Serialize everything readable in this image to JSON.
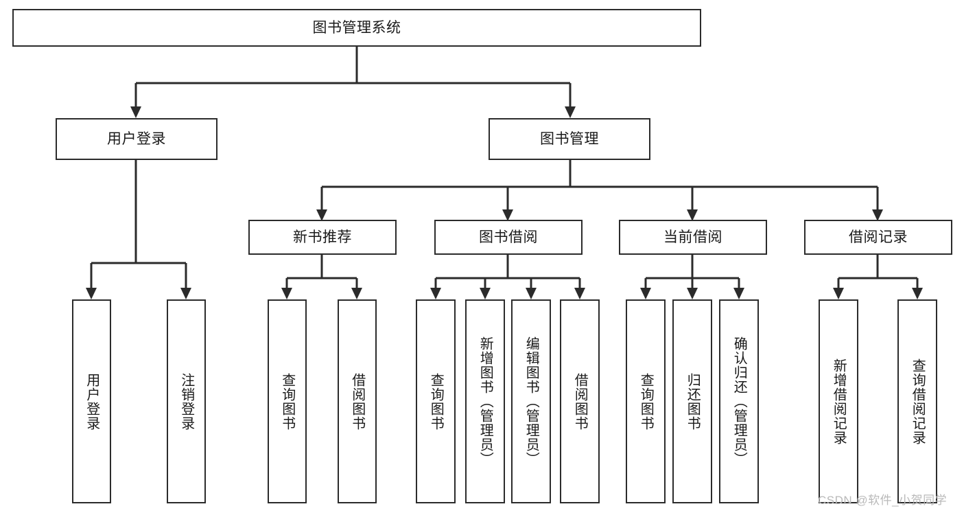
{
  "diagram": {
    "type": "tree-hierarchy-diagram",
    "title": "图书管理系统",
    "watermark": "CSDN @软件_小贺同学",
    "colors": {
      "stroke": "#2b2b2b",
      "fill": "#ffffff",
      "text": "#1a1a1a",
      "watermark": "#b9b9b9"
    },
    "nodes": {
      "root": {
        "label": "图书管理系统",
        "orientation": "horizontal"
      },
      "level2": [
        {
          "label": "用户登录",
          "orientation": "horizontal"
        },
        {
          "label": "图书管理",
          "orientation": "horizontal"
        }
      ],
      "level3": [
        {
          "label": "新书推荐",
          "orientation": "horizontal"
        },
        {
          "label": "图书借阅",
          "orientation": "horizontal"
        },
        {
          "label": "当前借阅",
          "orientation": "horizontal"
        },
        {
          "label": "借阅记录",
          "orientation": "horizontal"
        }
      ],
      "leaves": {
        "user_login": [
          {
            "label": "用户登录",
            "orientation": "vertical"
          },
          {
            "label": "注销登录",
            "orientation": "vertical"
          }
        ],
        "new_book_recommend": [
          {
            "label": "查询图书",
            "orientation": "vertical"
          },
          {
            "label": "借阅图书",
            "orientation": "vertical"
          }
        ],
        "book_borrow": [
          {
            "label": "查询图书",
            "orientation": "vertical"
          },
          {
            "label": "新增图书（管理员）",
            "orientation": "vertical"
          },
          {
            "label": "编辑图书（管理员）",
            "orientation": "vertical"
          },
          {
            "label": "借阅图书",
            "orientation": "vertical"
          }
        ],
        "current_borrow": [
          {
            "label": "查询图书",
            "orientation": "vertical"
          },
          {
            "label": "归还图书",
            "orientation": "vertical"
          },
          {
            "label": "确认归还（管理员）",
            "orientation": "vertical"
          }
        ],
        "borrow_record": [
          {
            "label": "新增借阅记录",
            "orientation": "vertical"
          },
          {
            "label": "查询借阅记录",
            "orientation": "vertical"
          }
        ]
      }
    },
    "edges": [
      {
        "from": "图书管理系统",
        "to": "用户登录"
      },
      {
        "from": "图书管理系统",
        "to": "图书管理"
      },
      {
        "from": "图书管理",
        "to": "新书推荐"
      },
      {
        "from": "图书管理",
        "to": "图书借阅"
      },
      {
        "from": "图书管理",
        "to": "当前借阅"
      },
      {
        "from": "图书管理",
        "to": "借阅记录"
      },
      {
        "from": "用户登录",
        "to": "用户登录"
      },
      {
        "from": "用户登录",
        "to": "注销登录"
      },
      {
        "from": "新书推荐",
        "to": "查询图书"
      },
      {
        "from": "新书推荐",
        "to": "借阅图书"
      },
      {
        "from": "图书借阅",
        "to": "查询图书"
      },
      {
        "from": "图书借阅",
        "to": "新增图书（管理员）"
      },
      {
        "from": "图书借阅",
        "to": "编辑图书（管理员）"
      },
      {
        "from": "图书借阅",
        "to": "借阅图书"
      },
      {
        "from": "当前借阅",
        "to": "查询图书"
      },
      {
        "from": "当前借阅",
        "to": "归还图书"
      },
      {
        "from": "当前借阅",
        "to": "确认归还（管理员）"
      },
      {
        "from": "借阅记录",
        "to": "新增借阅记录"
      },
      {
        "from": "借阅记录",
        "to": "查询借阅记录"
      }
    ]
  }
}
